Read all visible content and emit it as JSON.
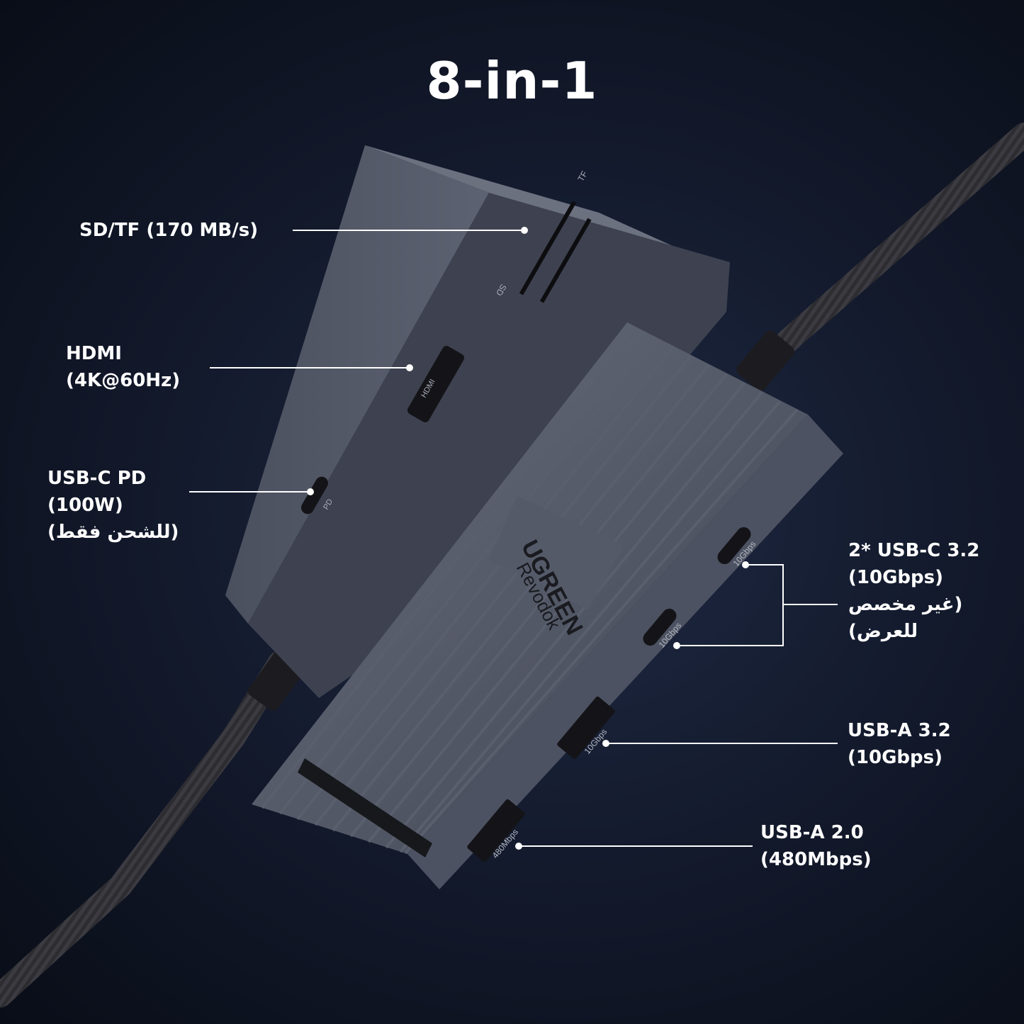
{
  "title": "8-in-1",
  "colors": {
    "background": "#141b2e",
    "hub_body": "#5a6070",
    "cable": "#2a2a2e",
    "callout_line": "#ffffff"
  },
  "product": {
    "brand": "UGREEN",
    "model": "Revodok",
    "port_markings": {
      "sd": "SD",
      "tf": "TF",
      "hdmi": "HDMI",
      "pd": "PD",
      "usbc_speed": "10Gbps",
      "usba3_speed": "10Gbps",
      "usba2_speed": "480Mbps"
    }
  },
  "callouts": {
    "sdtf": {
      "line1": "SD/TF (170 MB/s)"
    },
    "hdmi": {
      "line1": "HDMI",
      "line2": "(4K@60Hz)"
    },
    "usbc_pd": {
      "line1": "USB-C PD",
      "line2": "(100W)",
      "line3": "(للشحن فقط)"
    },
    "usbc32": {
      "line1": "2* USB-C 3.2",
      "line2": "(10Gbps)",
      "line3": "(غير مخصص",
      "line4": "للعرض)"
    },
    "usba32": {
      "line1": "USB-A 3.2",
      "line2": "(10Gbps)"
    },
    "usba20": {
      "line1": "USB-A 2.0",
      "line2": "(480Mbps)"
    }
  }
}
